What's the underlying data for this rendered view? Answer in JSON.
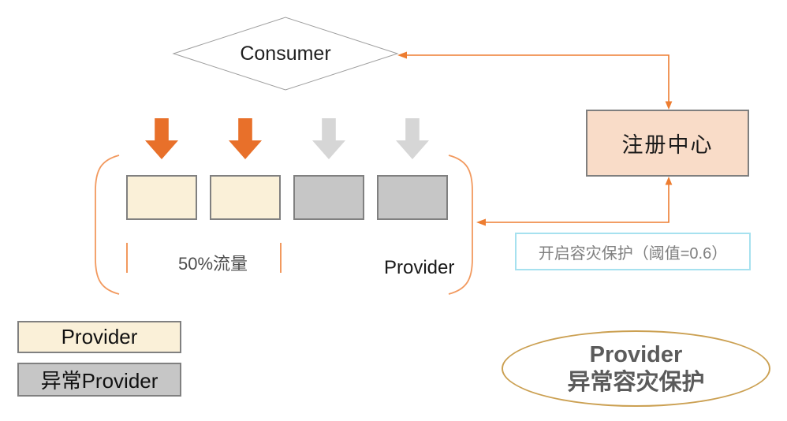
{
  "colors": {
    "connector_orange": "#ED7D31",
    "bracket_orange": "#F2995E",
    "arrow_normal": "#E8702A",
    "arrow_abnormal": "#D6D6D6",
    "node_normal_fill": "#FAF0D8",
    "node_abnormal_fill": "#C6C6C6",
    "registry_fill": "#F9DCC8",
    "note_border": "#A6E1EF",
    "ellipse_border": "#CBA052"
  },
  "diagram": {
    "consumer": {
      "label": "Consumer"
    },
    "registry": {
      "label": "注册中心"
    },
    "provider_group": {
      "label": "Provider",
      "traffic_label": "50%流量",
      "nodes": [
        {
          "type": "normal"
        },
        {
          "type": "normal"
        },
        {
          "type": "abnormal"
        },
        {
          "type": "abnormal"
        }
      ]
    },
    "protection_note": {
      "label": "开启容灾保护（阈值=0.6）"
    },
    "legend": {
      "normal": {
        "label": "Provider"
      },
      "abnormal": {
        "label": "异常Provider"
      }
    },
    "title_ellipse": {
      "line1": "Provider",
      "line2": "异常容灾保护"
    }
  }
}
